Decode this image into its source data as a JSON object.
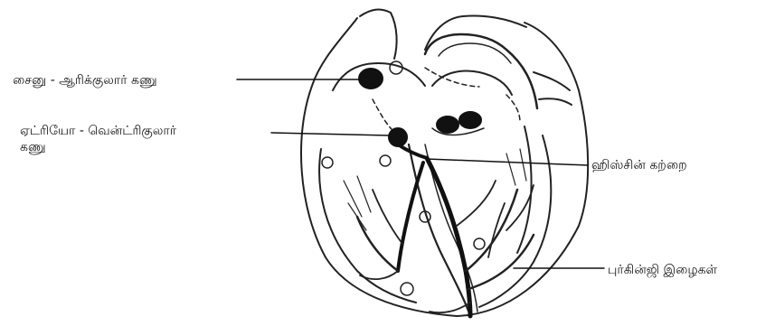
{
  "labels": {
    "sa_node": "சைனு - ஆரிக்குலார் கணு",
    "av_node_line1": "ஏட்ரியோ - வென்ட்ரிகுலார்",
    "av_node_line2": "கணு",
    "bundle_of_his": "ஹிஸ்சின் கற்றை",
    "purkinje_fibres": "புர்கின்ஜி இழைகள்"
  },
  "colors": {
    "line": "#111111",
    "background": "#ffffff"
  }
}
